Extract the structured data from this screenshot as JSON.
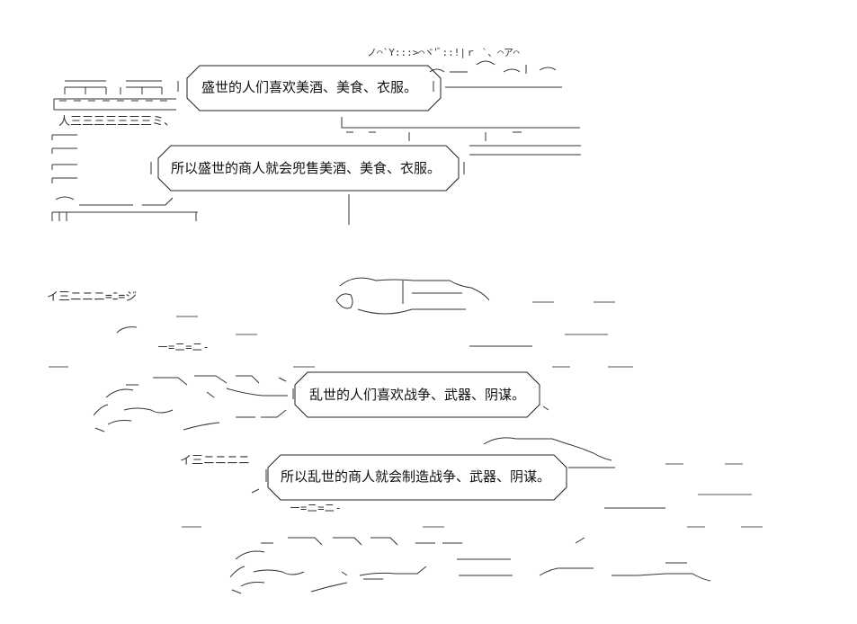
{
  "bubbles": {
    "b1": "盛世的人们喜欢美酒、美食、衣服。",
    "b2": "所以盛世的商人就会兜售美酒、美食、衣服。",
    "b3": "乱世的人们喜欢战争、武器、阴谋。",
    "b4": "所以乱世的商人就会制造战争、武器、阴谋。"
  },
  "art": {
    "a1": "ノ⌒`Y:::>⌒ヾ'ﾞ::!|ｒ `、⌒ア⌒",
    "a2": "人三三三三三三三ミ、",
    "a3": "イ三ニニニ=ﾆ=ジ",
    "a4": "ー=ニ=ニ-",
    "a5": "イ三ニニニニ",
    "a6": "ー=ニ=ニ-"
  }
}
